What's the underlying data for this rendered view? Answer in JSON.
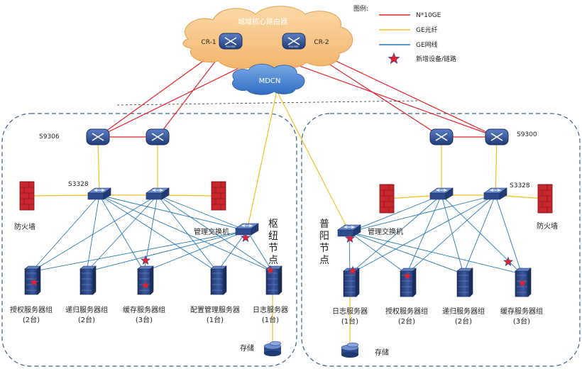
{
  "cloud": {
    "label": "城域核心路由器"
  },
  "routers": {
    "cr1": "CR-1",
    "cr2": "CR-2",
    "mdcn": "MDCN"
  },
  "legend": {
    "title": "图例:",
    "items": [
      {
        "label": "N*10GE",
        "color": "#e8202a"
      },
      {
        "label": "GE光纤",
        "color": "#f0c020"
      },
      {
        "label": "GE网线",
        "color": "#2a7ab8"
      },
      {
        "label": "新增设备/链路",
        "color": "#e8202a"
      }
    ]
  },
  "left": {
    "core_label": "S9306",
    "access_label": "S3328",
    "firewall_label": "防火墙",
    "mgmt_label": "管理交换机",
    "node_name": [
      "枢",
      "纽",
      "节",
      "点"
    ],
    "servers": [
      {
        "name": "授权服务器组",
        "count": "(2台)"
      },
      {
        "name": "递归服务器组",
        "count": "(2台)"
      },
      {
        "name": "缓存服务器组",
        "count": "(3台)"
      },
      {
        "name": "配置管理服务器",
        "count": "(1台)"
      },
      {
        "name": "日志服务器",
        "count": "(1台)"
      }
    ],
    "storage_label": "存储"
  },
  "right": {
    "core_label": "S9300",
    "access_label": "S3328",
    "firewall_label": "防火墙",
    "mgmt_label": "管理交换机",
    "node_name": [
      "普",
      "阳",
      "节",
      "点"
    ],
    "servers": [
      {
        "name": "日志服务器",
        "count": "(1台)"
      },
      {
        "name": "授权服务器组",
        "count": "(2台)"
      },
      {
        "name": "递归服务器组",
        "count": "(2台)"
      },
      {
        "name": "缓存服务器组",
        "count": "(3台)"
      }
    ],
    "storage_label": "存储"
  },
  "colors": {
    "red": "#e8202a",
    "yellow": "#f0c020",
    "blue": "#2a7ab8",
    "cloud_fill": "#f6c68a",
    "mdcn_fill": "#4a86d0",
    "device_blue": "#2b4a8a"
  }
}
